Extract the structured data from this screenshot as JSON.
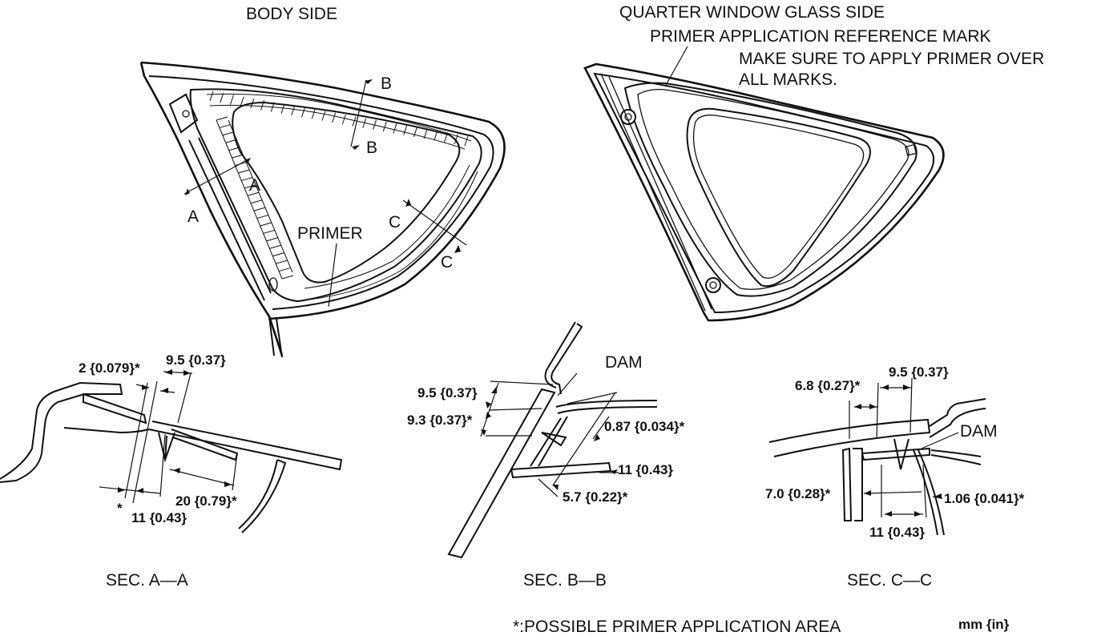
{
  "titles": {
    "body_side": "BODY SIDE",
    "quarter_window_side": "QUARTER WINDOW GLASS SIDE"
  },
  "annotations": {
    "reference_mark": "PRIMER APPLICATION REFERENCE MARK",
    "note_line1": "MAKE SURE TO APPLY PRIMER OVER",
    "note_line2": "ALL MARKS.",
    "primer": "PRIMER",
    "dam": "DAM",
    "footnote": "*:POSSIBLE PRIMER APPLICATION AREA",
    "unit": "mm {in}"
  },
  "section_markers": {
    "a": "A",
    "b": "B",
    "c": "C"
  },
  "sections": {
    "a": {
      "caption": "SEC. A—A",
      "dims": [
        "2 {0.079}*",
        "9.5 {0.37}",
        "20 {0.79}*",
        "11 {0.43}"
      ],
      "asterisk": "*"
    },
    "b": {
      "caption": "SEC. B—B",
      "dims": [
        "9.5 {0.37}",
        "9.3 {0.37}*",
        "0.87 {0.034}*",
        "11 {0.43}",
        "5.7 {0.22}*"
      ]
    },
    "c": {
      "caption": "SEC. C—C",
      "dims": [
        "6.8 {0.27}*",
        "9.5 {0.37}",
        "7.0 {0.28}*",
        "1.06 {0.041}*",
        "11 {0.43}"
      ]
    }
  }
}
